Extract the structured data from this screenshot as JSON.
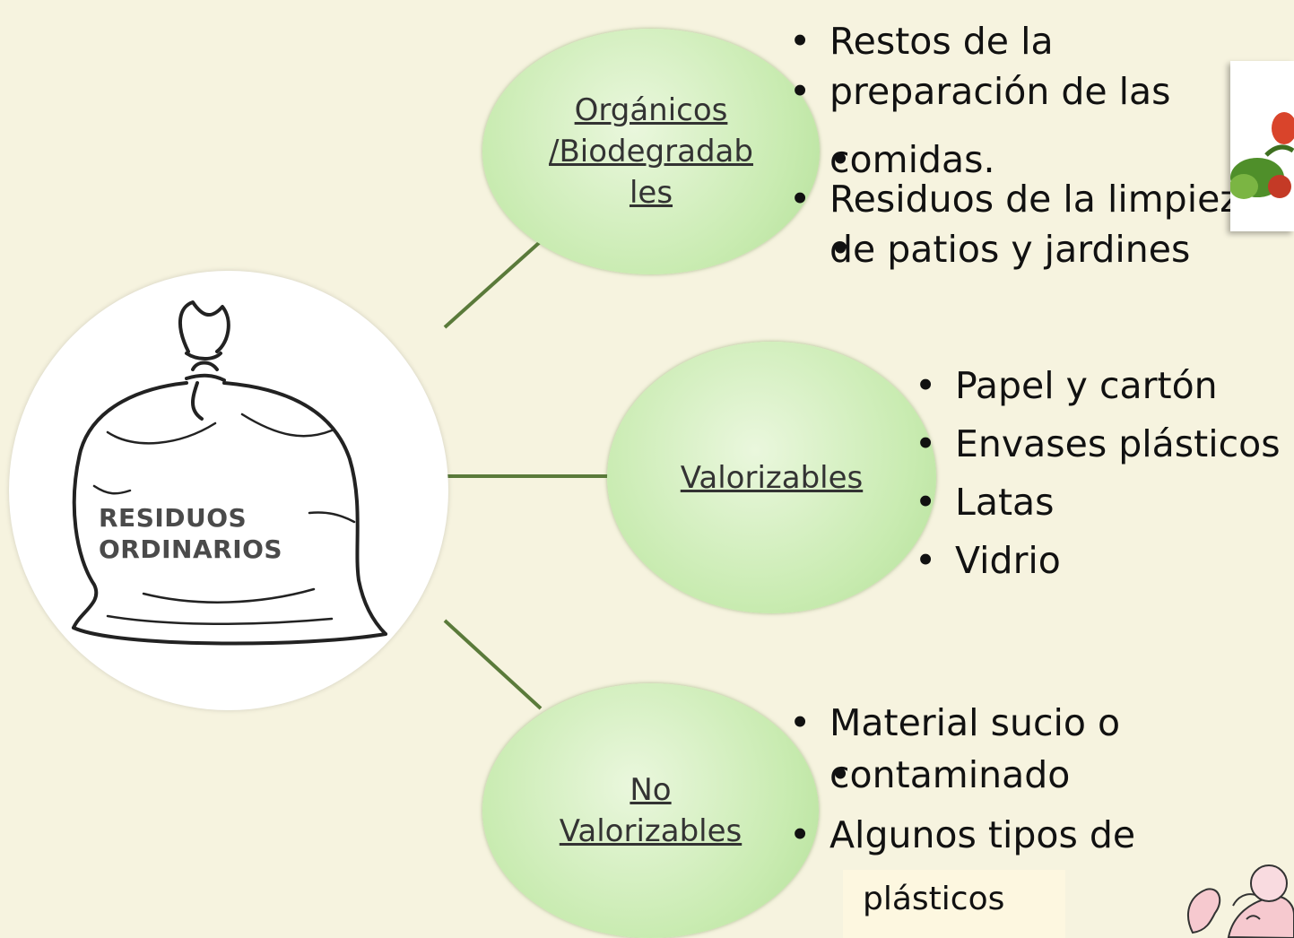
{
  "center": {
    "line1": "RESIDUOS",
    "line2": "ORDINARIOS"
  },
  "categories": {
    "organicos": {
      "line1": "Orgánicos",
      "line2": "/Biodegradab",
      "line3": "les"
    },
    "valorizables": {
      "line1": "Valorizables"
    },
    "no_valorizables": {
      "line1": "No",
      "line2": "Valorizables"
    }
  },
  "lists": {
    "organicos": [
      "Restos de la",
      "preparación de las",
      "comidas.",
      "Residuos de la limpieza",
      "de patios y jardines"
    ],
    "valorizables": [
      "Papel y cartón",
      "Envases plásticos",
      "Latas",
      "Vidrio"
    ],
    "no_valorizables": [
      "Material sucio o",
      "contaminado",
      "Algunos tipos de"
    ]
  },
  "plasticos": "plásticos",
  "colors": {
    "background": "#f6f3df",
    "connector": "#5a7a3a",
    "bubble": "#c8ebb0"
  },
  "icons": [
    "garbage-bag-icon",
    "vegetables-image",
    "baby-image"
  ]
}
